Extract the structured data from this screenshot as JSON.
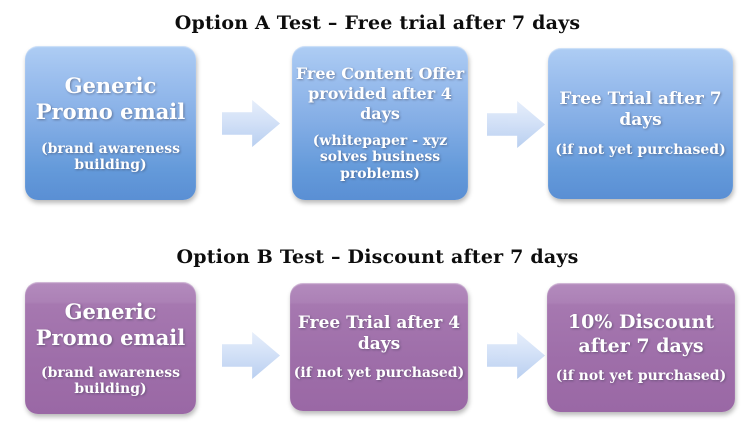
{
  "flows": [
    {
      "id": "option-a",
      "title": "Option A Test – Free trial after 7 days",
      "steps": [
        {
          "heading": "Generic\nPromo email",
          "subtext": "(brand awareness\nbuilding)"
        },
        {
          "heading": "Free Content Offer\nprovided after 4\ndays",
          "subtext": "(whitepaper - xyz\nsolves business\nproblems)"
        },
        {
          "heading": "Free Trial after 7\ndays",
          "subtext": "(if not yet purchased)"
        }
      ]
    },
    {
      "id": "option-b",
      "title": "Option B Test – Discount after 7 days",
      "steps": [
        {
          "heading": "Generic\nPromo email",
          "subtext": "(brand awareness\nbuilding)"
        },
        {
          "heading": "Free Trial after 4\ndays",
          "subtext": "(if not yet purchased)"
        },
        {
          "heading": "10% Discount\nafter 7 days",
          "subtext": "(if not yet purchased)"
        }
      ]
    }
  ],
  "colors": {
    "option_a_box_top": "#aecdf4",
    "option_a_box_bottom": "#5a8fd4",
    "option_b_box_top": "#b38bbd",
    "option_b_box_bottom": "#9a68a5",
    "arrow_top": "#e6eefb",
    "arrow_bottom": "#b9cff0",
    "title_text": "#0d0d0d",
    "box_text": "#ffffff"
  },
  "icons": {
    "arrow": "arrow-right-icon"
  }
}
